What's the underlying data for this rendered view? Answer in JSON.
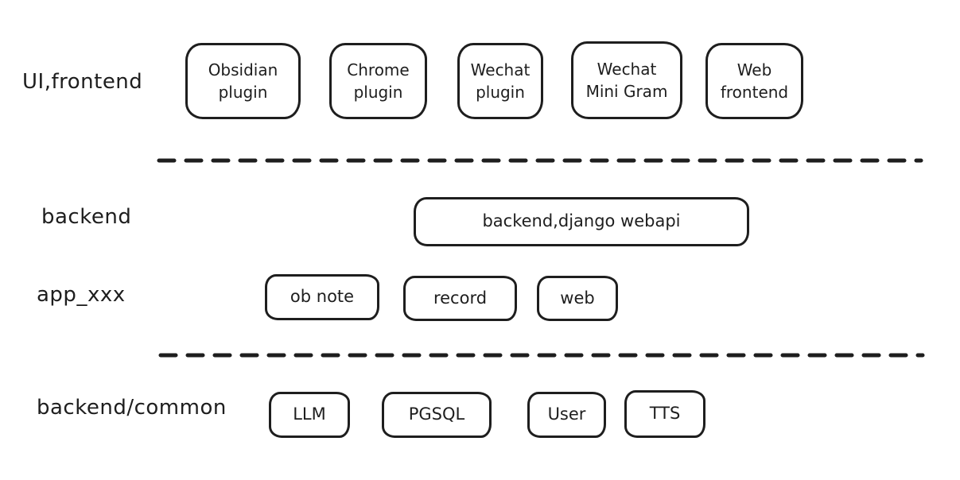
{
  "colors": {
    "stroke": "#1e1e1e",
    "background": "#ffffff"
  },
  "rows": [
    {
      "label": "UI,frontend",
      "boxes": [
        {
          "label": "Obsidian plugin"
        },
        {
          "label": "Chrome plugin"
        },
        {
          "label": "Wechat plugin"
        },
        {
          "label": "Wechat Mini Gram"
        },
        {
          "label": "Web frontend"
        }
      ]
    },
    {
      "label": "backend",
      "boxes": [
        {
          "label": "backend,django webapi"
        }
      ]
    },
    {
      "label": "app_xxx",
      "boxes": [
        {
          "label": "ob note"
        },
        {
          "label": "record"
        },
        {
          "label": "web"
        }
      ]
    },
    {
      "label": "backend/common",
      "boxes": [
        {
          "label": "LLM"
        },
        {
          "label": "PGSQL"
        },
        {
          "label": "User"
        },
        {
          "label": "TTS"
        }
      ]
    }
  ]
}
